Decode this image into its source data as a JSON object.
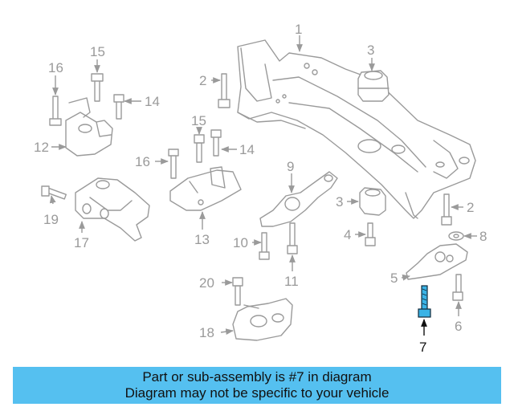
{
  "callouts": [
    "1",
    "2",
    "3",
    "4",
    "5",
    "6",
    "7",
    "8",
    "9",
    "10",
    "11",
    "12",
    "13",
    "14",
    "15",
    "16",
    "17",
    "18",
    "19",
    "20"
  ],
  "highlighted_callout": "7",
  "banner": {
    "line1": "Part or sub-assembly is #7 in diagram",
    "line2": "Diagram may not be specific to your vehicle"
  },
  "colors": {
    "banner_bg": "#55c0f0",
    "highlight_part": "#3ab3e6",
    "line_art": "#9a9a9a"
  }
}
